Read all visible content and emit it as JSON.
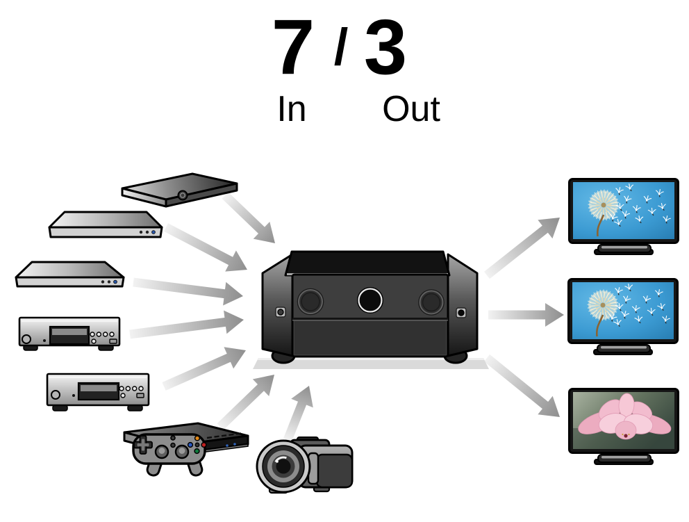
{
  "title": {
    "inputs": "7",
    "separator": "/",
    "outputs": "3",
    "in_label": "In",
    "out_label": "Out"
  },
  "diagram": {
    "receiver_icon": "av-receiver",
    "source_icons": [
      "slim-media-player",
      "blu-ray-player",
      "dvd-player",
      "cd-player",
      "network-audio-player",
      "game-console",
      "camcorder"
    ],
    "display_icons": [
      "tv-monitor-dandelion",
      "tv-monitor-dandelion",
      "tv-monitor-lotus"
    ],
    "colors": {
      "arrow_tail": "#f2f2f2",
      "arrow_head": "#8e8e8e",
      "screen_blue": "#2f94cc",
      "lotus_pink": "#f2b9ca",
      "receiver_body": "#3e3e3e"
    }
  }
}
